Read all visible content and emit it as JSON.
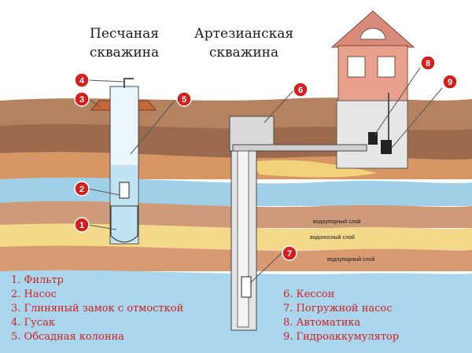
{
  "titles": {
    "sand_well": [
      "Песчаная",
      "скважина"
    ],
    "artesian_well": [
      "Артезианская",
      "скважина"
    ]
  },
  "layer_labels": {
    "aquiclude_top": "водоупорный слой",
    "aquifer": "водоносный слой",
    "aquiclude_bottom": "водоупорный слой"
  },
  "callouts": [
    "1",
    "2",
    "3",
    "4",
    "5",
    "6",
    "7",
    "8",
    "9"
  ],
  "legend_left": [
    "1. Фильтр",
    "2. Насос",
    "3. Глиняный замок с отмосткой",
    "4. Гусак",
    "5. Обсадная колонна"
  ],
  "legend_right": [
    "6. Кессон",
    "7. Погружной насос",
    "8. Автоматика",
    "9. Гидроаккумулятор"
  ],
  "colors": {
    "callout_red": "#d21f1f",
    "legend_red": "#d21f1f",
    "water_blue": "#9fd0e8",
    "sand_yellow": "#f2d27a",
    "topsoil_brown": "#b07a55",
    "house_pink": "#e8a08a",
    "roof_pink": "#d98a78"
  }
}
